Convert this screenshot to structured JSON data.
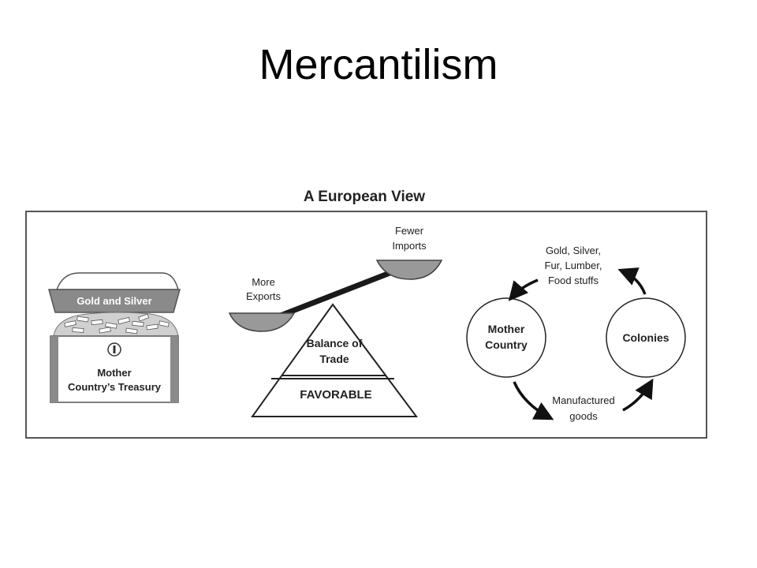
{
  "slide": {
    "title": "Mercantilism"
  },
  "diagram": {
    "heading": "A European View",
    "treasury": {
      "banner": "Gold and Silver",
      "label_line1": "Mother",
      "label_line2": "Country’s Treasury"
    },
    "scale": {
      "left_pan_line1": "More",
      "left_pan_line2": "Exports",
      "right_pan_line1": "Fewer",
      "right_pan_line2": "Imports",
      "pyramid_top_line1": "Balance of",
      "pyramid_top_line2": "Trade",
      "pyramid_bottom": "FAVORABLE"
    },
    "cycle": {
      "left_circle_line1": "Mother",
      "left_circle_line2": "Country",
      "right_circle": "Colonies",
      "top_flow": [
        "Gold, Silver,",
        "Fur, Lumber,",
        "Food stuffs"
      ],
      "bottom_flow": [
        "Manufactured",
        "goods"
      ]
    }
  }
}
